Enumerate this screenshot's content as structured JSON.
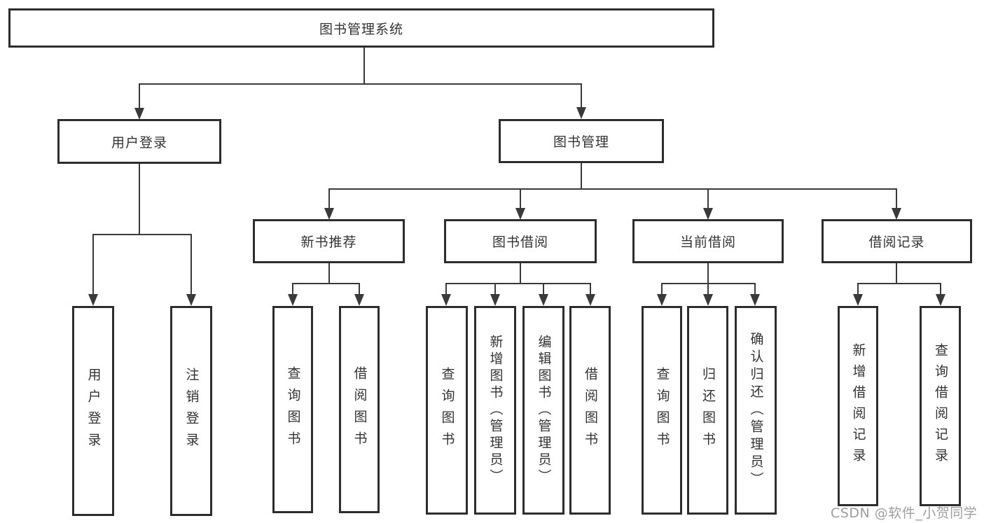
{
  "diagram": {
    "title": "图书管理系统",
    "branches": [
      {
        "label": "用户登录",
        "children": [
          "用户登录",
          "注销登录"
        ]
      },
      {
        "label": "图书管理",
        "subbranches": [
          {
            "label": "新书推荐",
            "children": [
              "查询图书",
              "借阅图书"
            ]
          },
          {
            "label": "图书借阅",
            "children": [
              "查询图书",
              "新增图书（管理员）",
              "编辑图书（管理员）",
              "借阅图书"
            ]
          },
          {
            "label": "当前借阅",
            "children": [
              "查询图书",
              "归还图书",
              "确认归还（管理员）"
            ]
          },
          {
            "label": "借阅记录",
            "children": [
              "新增借阅记录",
              "查询借阅记录"
            ]
          }
        ]
      }
    ]
  },
  "watermark": {
    "text": "CSDN @软件_小贺同学",
    "color": "#9e9e9e"
  },
  "colors": {
    "border": "#2d2d2d",
    "line": "#3a3a3a",
    "text": "#333333",
    "background": "#ffffff"
  }
}
